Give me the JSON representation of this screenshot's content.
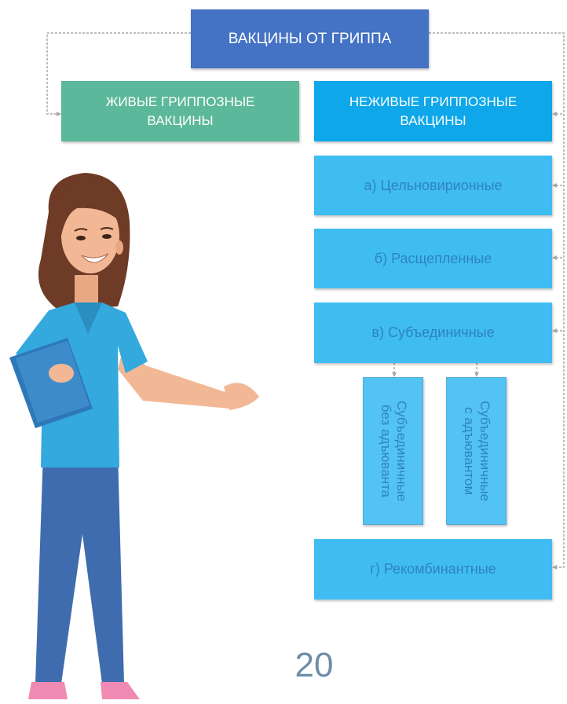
{
  "title": "ВАКЦИНЫ ОТ ГРИППА",
  "live": {
    "line1": "ЖИВЫЕ ГРИППОЗНЫЕ",
    "line2": "ВАКЦИНЫ"
  },
  "nonlive": {
    "line1": "НЕЖИВЫЕ ГРИППОЗНЫЕ",
    "line2": "ВАКЦИНЫ"
  },
  "types": [
    "а) Цельновирионные",
    "б) Расщепленные",
    "в) Субъединичные",
    "г) Рекомбинантные"
  ],
  "subunit": {
    "without": {
      "line1": "Субъединичные",
      "line2": "без адъюванта"
    },
    "with": {
      "line1": "Субъединичные",
      "line2": "с адъювантом"
    }
  },
  "page_number": "20",
  "colors": {
    "title_bg": "#4472c4",
    "live_bg": "#5cb89a",
    "nonlive_bg": "#0da7ea",
    "type_bg": "#3fbdf2",
    "sub_bg": "#52c3f2",
    "connector": "#a9a9a9"
  }
}
